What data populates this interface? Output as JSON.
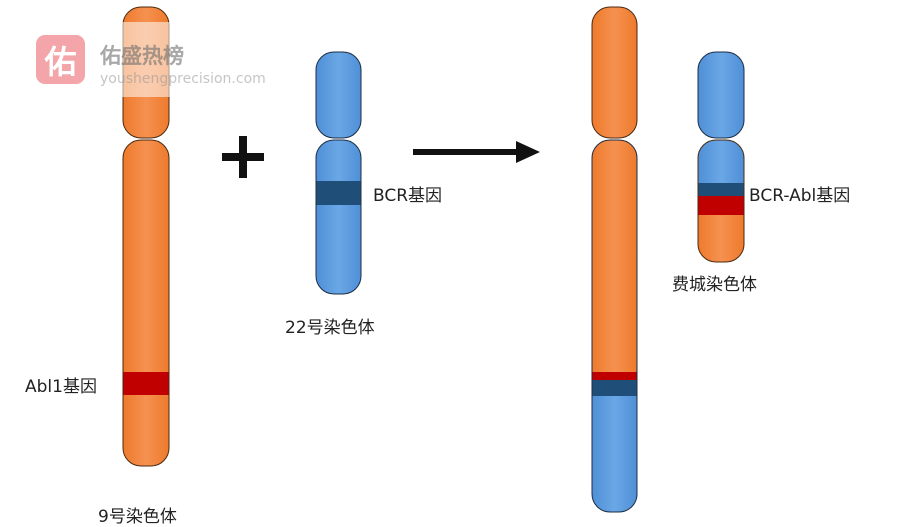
{
  "labels": {
    "bcr_gene": "BCR基因",
    "chr22": "22号染色体",
    "abl1_gene": "Abl1基因",
    "chr9": "9号染色体",
    "bcr_abl_gene": "BCR-Abl基因",
    "philadelphia": "费城染色体",
    "plus": "+"
  },
  "watermark": {
    "icon_char": "佑",
    "title": "佑盛热榜",
    "url": "youshengprecision.com"
  },
  "colors": {
    "orange": "#f0843a",
    "blue": "#5b9bd5",
    "dark_blue": "#1f4e79",
    "red": "#c00000"
  }
}
